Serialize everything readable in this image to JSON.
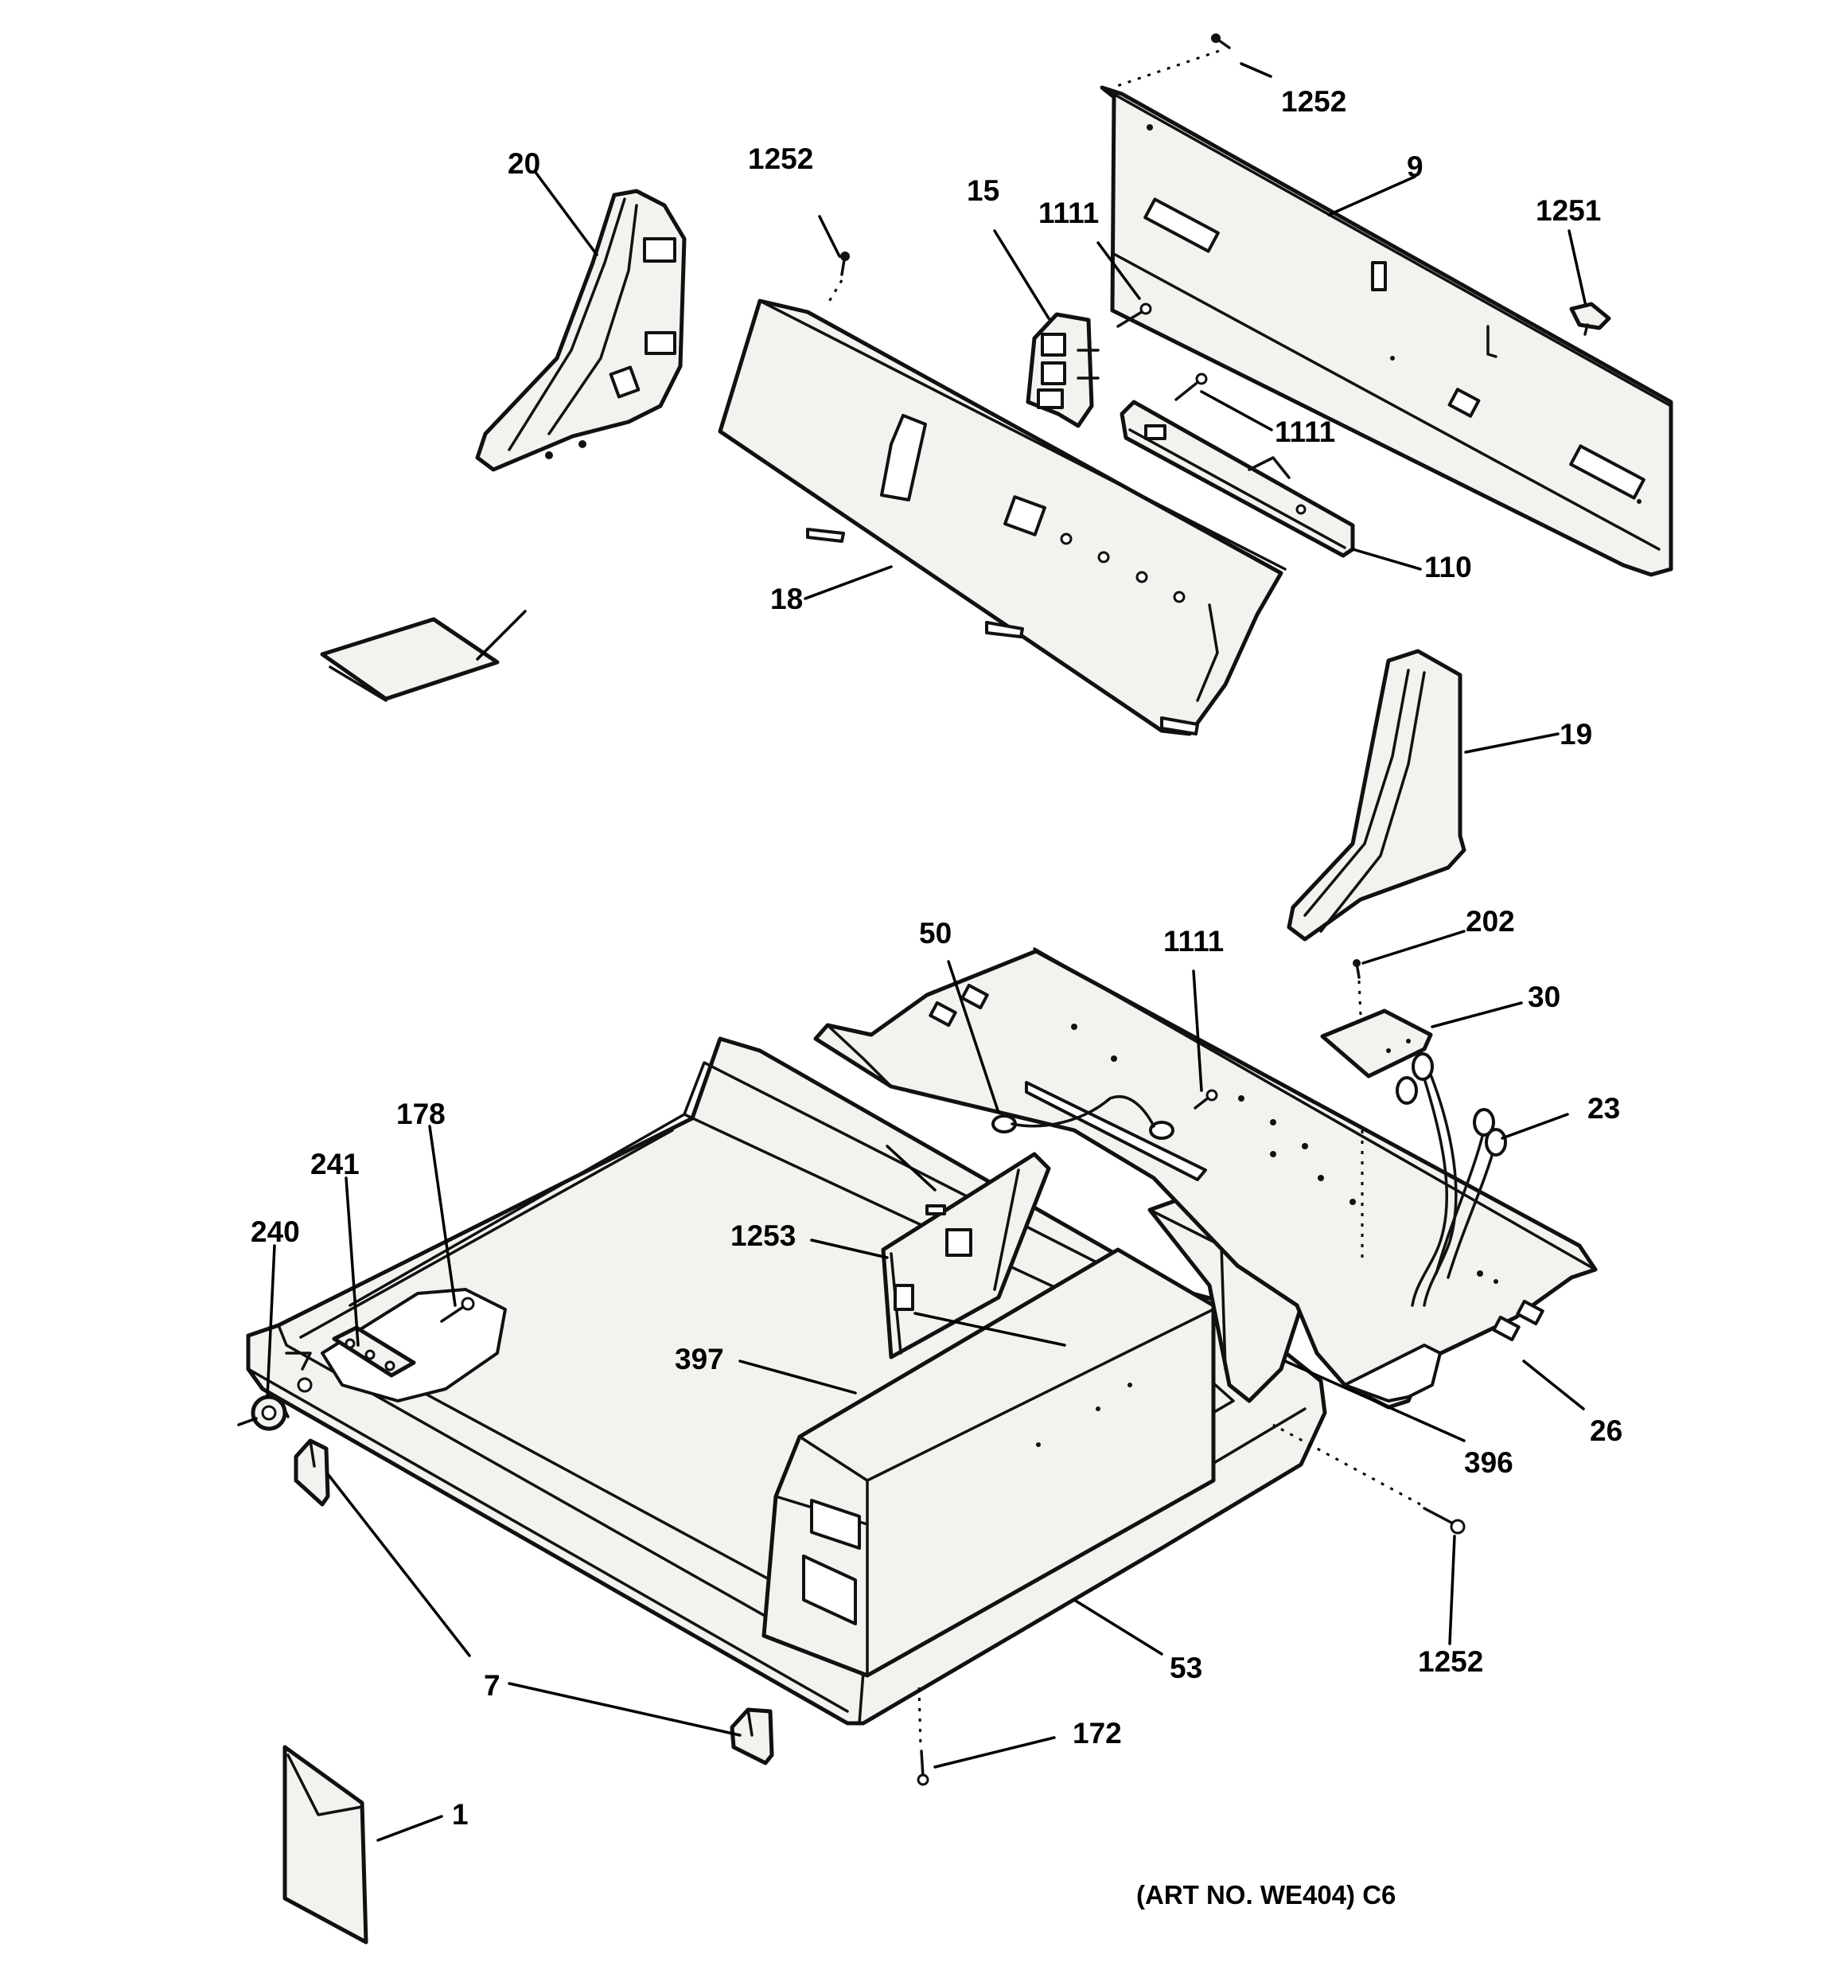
{
  "diagram": {
    "callouts": {
      "c_1252_top": "1252",
      "c_9": "9",
      "c_1251": "1251",
      "c_20": "20",
      "c_1252_mid": "1252",
      "c_15": "15",
      "c_1111_a": "1111",
      "c_1111_b": "1111",
      "c_110": "110",
      "c_18": "18",
      "c_19": "19",
      "c_50": "50",
      "c_1111_c": "1111",
      "c_202": "202",
      "c_30": "30",
      "c_23": "23",
      "c_178": "178",
      "c_241": "241",
      "c_240": "240",
      "c_1253": "1253",
      "c_397": "397",
      "c_396": "396",
      "c_26": "26",
      "c_7": "7",
      "c_53": "53",
      "c_1252_bottom": "1252",
      "c_172": "172",
      "c_1": "1"
    },
    "art_number": "(ART NO. WE404) C6"
  }
}
